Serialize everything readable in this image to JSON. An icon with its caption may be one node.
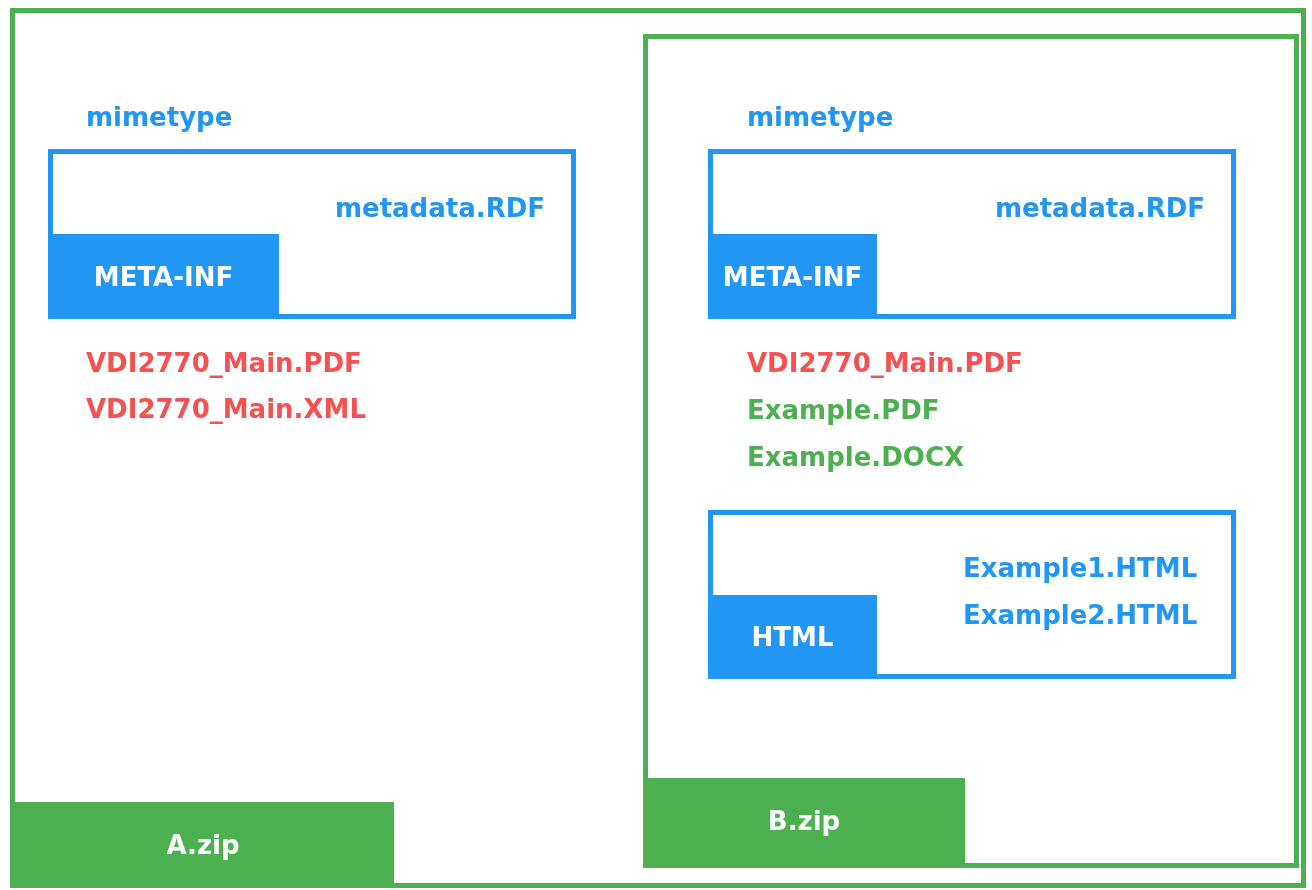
{
  "diagram": {
    "nodes": [
      {
        "text": [
          "mimetype",
          "VDI2770_Main.PDF",
          "VDI2770_Main.XML",
          "A.zip"
        ]
      },
      {
        "text": [
          "metadata.RDF",
          "META-INF"
        ],
        "in": 0
      },
      {
        "text": [
          "mimetype",
          "VDI2770_Main.PDF",
          "Example.PDF",
          "Example.DOCX",
          "B.zip"
        ],
        "in": 0
      },
      {
        "text": [
          "metadata.RDF",
          "META-INF"
        ],
        "in": 2
      },
      {
        "text": [
          "Example1.HTML",
          "Example2.HTML",
          "HTML"
        ],
        "in": 2
      }
    ]
  }
}
